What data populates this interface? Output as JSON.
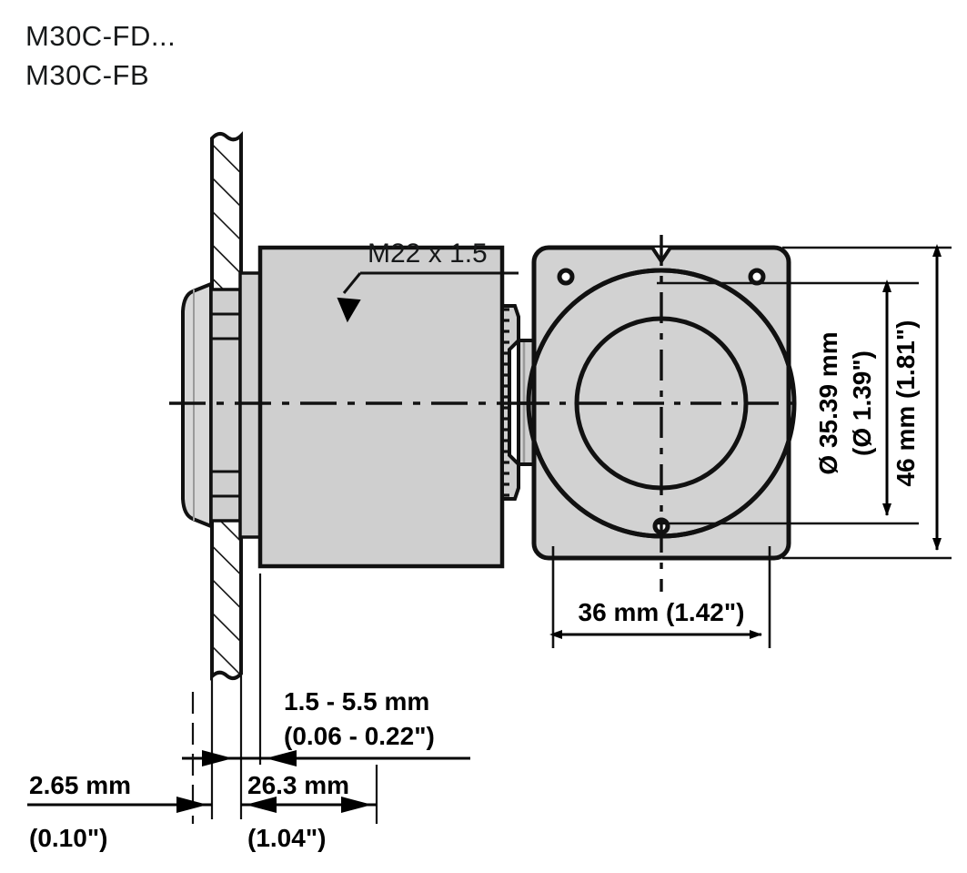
{
  "drawing": {
    "title_lines": [
      "M30C-FD...",
      "M30C-FB"
    ],
    "colors": {
      "line": "#111111",
      "fill_body": "#cfcfcf",
      "fill_body_light": "#d8d8d8",
      "fill_plate": "#d2d2d2",
      "background": "#ffffff",
      "text": "#17191a"
    },
    "callouts": [
      {
        "name": "thread-callout",
        "label": "M22 x 1.5"
      }
    ],
    "dimensions": {
      "thickness_range": {
        "primary": "1.5 - 5.5 mm",
        "secondary": "(0.06 - 0.22\")"
      },
      "front_projection": {
        "primary": "2.65 mm",
        "secondary": "(0.10\")"
      },
      "rear_depth": {
        "primary": "26.3 mm",
        "secondary": "(1.04\")"
      },
      "bore_diameter": {
        "primary": "Ø 35.39 mm",
        "secondary": "(Ø 1.39\")"
      },
      "plate_height": {
        "primary": "46 mm (1.81\")"
      },
      "plate_width": {
        "primary": "36 mm (1.42\")"
      }
    },
    "views": {
      "section_view": {
        "name": "section-side-view",
        "description": "Cross-section side view of M30C push button mounted through a panel"
      },
      "front_view": {
        "name": "front-face-view",
        "description": "Front view of square bezel plate with concentric circles and mounting holes"
      }
    }
  }
}
